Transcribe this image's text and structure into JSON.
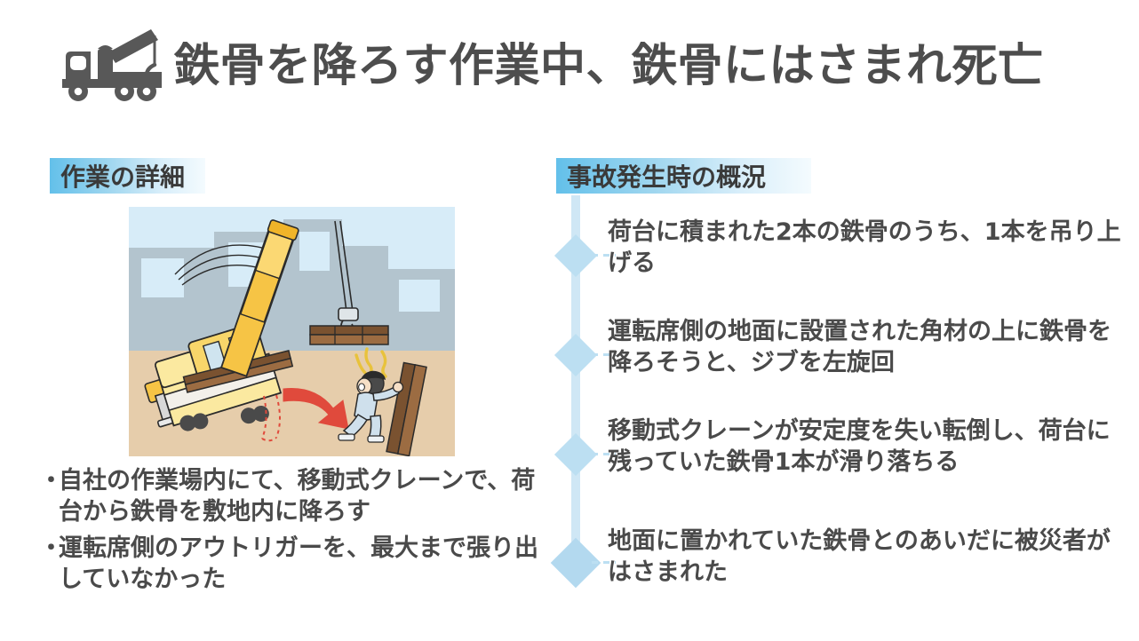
{
  "title": {
    "icon": "crane-truck-icon",
    "text": "鉄骨を降ろす作業中、鉄骨にはさまれ死亡"
  },
  "colors": {
    "header_gradient_start": "#63c0ea",
    "header_gradient_end": "#f4fbfe",
    "title_text": "#4d4d4d",
    "body_text": "#4a4a4a",
    "timeline_line": "#cfe7f5",
    "timeline_diamond": "#bcdff2",
    "illustration_sky": "#d7ecf8",
    "illustration_ground": "#e6cdab",
    "illustration_building": "#b3c4ce",
    "crane_yellow": "#f6c445",
    "crane_body_light": "#fbe9a0",
    "steel_beam": "#7a5230",
    "arrow_red": "#e04a3c",
    "worker_clothes": "#cfe0ec"
  },
  "left_column": {
    "header": "作業の詳細",
    "illustration": {
      "name": "crane-tipping-accident-illustration",
      "alt": "移動式クレーンが転倒し、鉄骨にはさまれる状況の図解"
    },
    "bullets": [
      {
        "marker": "・",
        "text": "自社の作業場内にて、移動式クレーンで、荷台から鉄骨を敷地内に降ろす"
      },
      {
        "marker": "・",
        "text": "運転席側のアウトリガーを、最大まで張り出していなかった"
      }
    ]
  },
  "right_column": {
    "header": "事故発生時の概況",
    "steps": [
      {
        "index": 1,
        "text": "荷台に積まれた2本の鉄骨のうち、1本を吊り上げる"
      },
      {
        "index": 2,
        "text": "運転席側の地面に設置された角材の上に鉄骨を降ろそうと、ジブを左旋回"
      },
      {
        "index": 3,
        "text": "移動式クレーンが安定度を失い転倒し、荷台に残っていた鉄骨1本が滑り落ちる"
      },
      {
        "index": 4,
        "text": "地面に置かれていた鉄骨とのあいだに被災者がはさまれた"
      }
    ]
  }
}
